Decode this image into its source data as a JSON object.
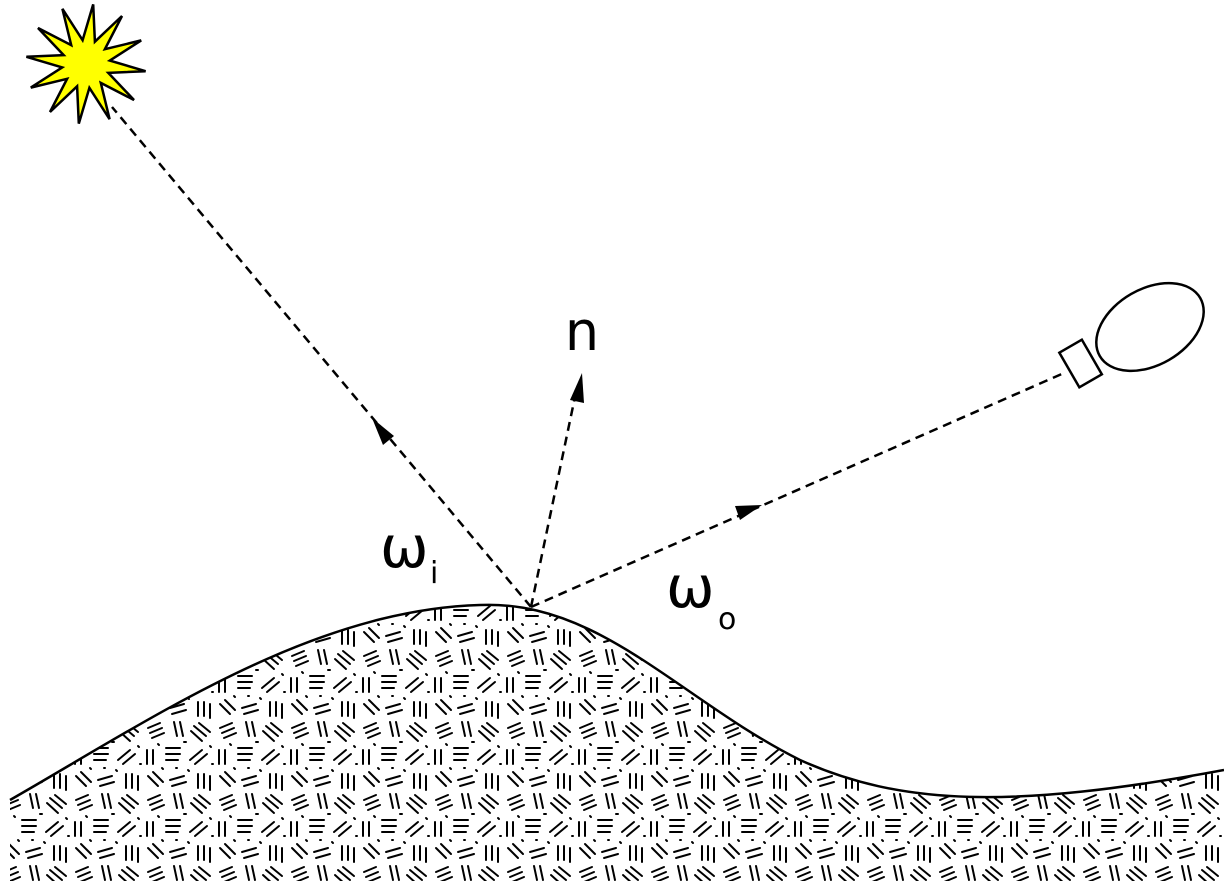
{
  "labels": {
    "normal": "n",
    "incident_symbol": "ω",
    "incident_subscript": "i",
    "outgoing_symbol": "ω",
    "outgoing_subscript": "o"
  },
  "icons": {
    "light_source": "star-burst-icon",
    "viewer": "camera-icon"
  },
  "colors": {
    "light_fill": "#ffff00",
    "stroke": "#000000",
    "background": "#ffffff"
  }
}
